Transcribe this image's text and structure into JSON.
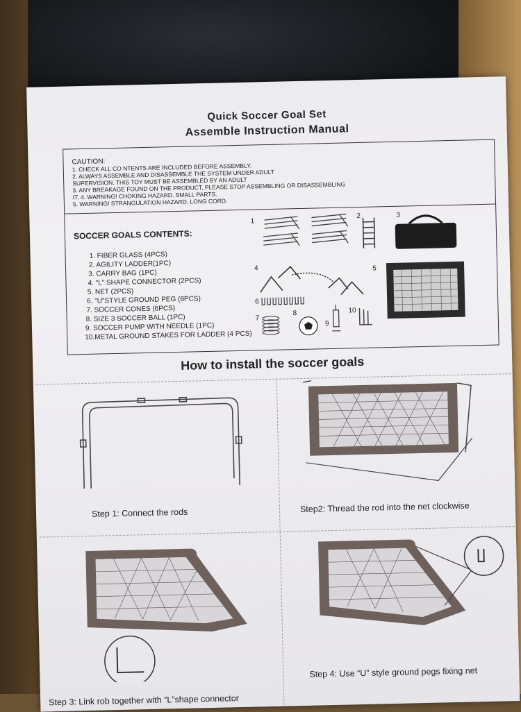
{
  "header": {
    "title_line1": "Quick Soccer Goal Set",
    "title_line2": "Assemble Instruction Manual"
  },
  "caution": {
    "heading": "CAUTION:",
    "items": [
      "1.  CHECK ALL CO NTENTS ARE INCLUDED BEFORE ASSEMBLY.",
      "2.  ALWAYS ASSEMBLE AND DISASSEMBLE THE SYSTEM UNDER ADULT",
      "     SUPERVISION. THIS TOY MUST BE ASSEMBLED BY AN ADULT",
      "3.  ANY BREAKAGE FOUND ON THE PRODUCT, PLEASE STOP ASSEMBLING OR DISASSEMBLING",
      "IT. 4.  WARNING! CHOKING HAZARD. SMALL PARTS.",
      "5.  WARNING! STRANGULATION HAZARD. LONG CORD."
    ]
  },
  "contents": {
    "heading": "SOCCER GOALS CONTENTS:",
    "items": [
      "1. FIBER GLASS (4PCS)",
      "2. AGILITY LADDER(1PC)",
      "3. CARRY BAG (1PC)",
      "4. \"L\" SHAPE CONNECTOR (2PCS)",
      "5. NET (2PCS)",
      "6. \"U\"STYLE GROUND PEG (8PCS)",
      "7. SOCCER CONES (6PCS)",
      "8. SIZE 3 SOCCER BALL (1PC)",
      "9. SOCCER PUMP WITH NEEDLE (1PC)",
      "10.METAL GROUND STAKES FOR LADDER (4 PCS)"
    ],
    "part_numbers": [
      "1",
      "2",
      "3",
      "4",
      "5",
      "6",
      "7",
      "8",
      "9",
      "10"
    ]
  },
  "install": {
    "heading": "How to install the soccer goals",
    "steps": [
      {
        "caption": "Step 1: Connect the rods"
      },
      {
        "caption": "Step2: Thread the rod into the net clockwise"
      },
      {
        "caption": "Step 3: Link rob together with “L”shape connector"
      },
      {
        "caption": "Step 4: Use “U” style ground pegs fixing net"
      }
    ]
  },
  "colors": {
    "paper": "#ecebef",
    "ink": "#222222",
    "frame_fill": "#7a6a60"
  }
}
